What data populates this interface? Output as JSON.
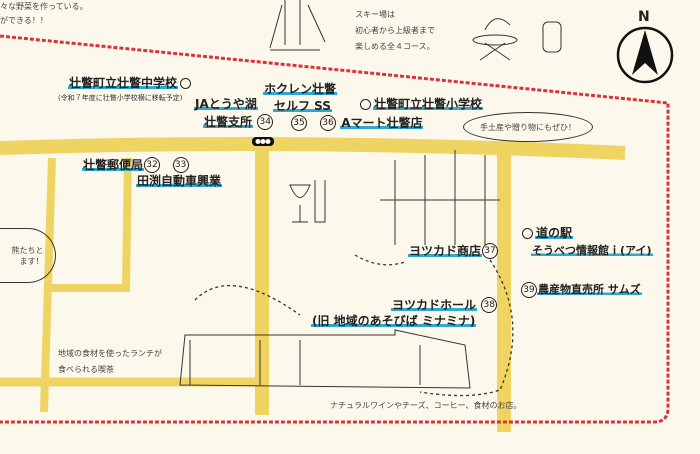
{
  "colors": {
    "road": "#f0d462",
    "boundary": "#d8323a",
    "underline": "#2fa8cf",
    "background": "#fcf9ec"
  },
  "top_notes": {
    "line1": "々な野菜を作っている。",
    "line2": "ができる！！"
  },
  "ski_note": [
    "スキー場は",
    "初心者から上級者まで",
    "楽しめる全４コース。"
  ],
  "compass": {
    "label": "N",
    "icon": "north-arrow-icon"
  },
  "places": {
    "junior_high": {
      "name": "壮瞥町立壮瞥中学校",
      "note": "(令和７年度に壮瞥小学校横に移転予定)"
    },
    "ja": {
      "line1": "JAとうや湖",
      "line2": "壮瞥支所",
      "num": "34"
    },
    "hokuren": {
      "line1": "ホクレン壮瞥",
      "line2": "セルフ SS",
      "num": "35"
    },
    "amart": {
      "name": "Aマート壮瞥店",
      "num": "36"
    },
    "elementary": {
      "name": "壮瞥町立壮瞥小学校"
    },
    "post": {
      "name": "壮瞥郵便局",
      "num": "32"
    },
    "tabuchi": {
      "name": "田渕自動車興業",
      "num": "33"
    },
    "yotsukado_shop": {
      "name": "ヨツカド商店",
      "num": "37"
    },
    "yotsukado_hall": {
      "line1": "ヨツカドホール",
      "line2": "(旧 地域のあそびば ミナミナ)",
      "num": "38"
    },
    "michinoeki": {
      "line1": "道の駅",
      "line2": "そうべつ情報館ｉ(アイ)"
    },
    "samuzu": {
      "name": "農産物直売所 サムズ",
      "num": "39"
    }
  },
  "bubbles": {
    "souvenir": "手土産や贈り物にもぜひ！",
    "left_line1": "熊たちと",
    "left_line2": "ます！"
  },
  "captions": {
    "cafe_line1": "地域の食材を使ったランチが",
    "cafe_line2": "食べられる喫茶",
    "shop": "ナチュラルワインやチーズ、コーヒー、食材のお店。"
  }
}
